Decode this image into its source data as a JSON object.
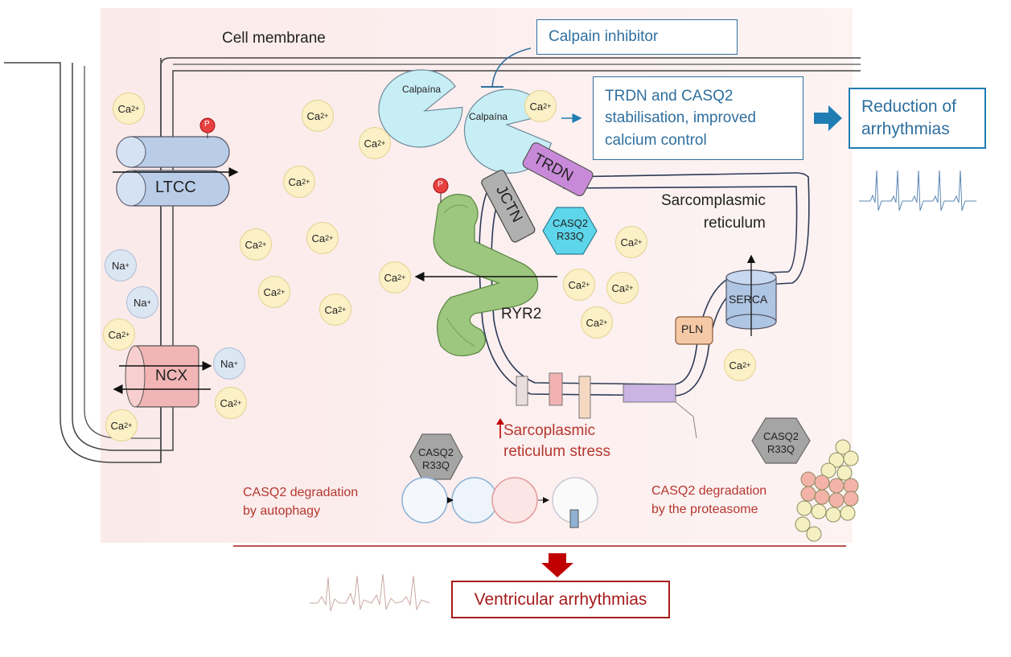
{
  "labels": {
    "cell_membrane": "Cell membrane",
    "calpain_inhibitor": "Calpain inhibitor",
    "stabilisation_line1": "TRDN and CASQ2",
    "stabilisation_line2": "stabilisation, improved",
    "stabilisation_line3": "calcium control",
    "reduction_line1": "Reduction of",
    "reduction_line2": "arrhythmias",
    "sr_line1": "Sarcomplasmic",
    "sr_line2": "reticulum",
    "sr_stress_line1": "Sarcoplasmic",
    "sr_stress_line2": "reticulum stress",
    "autophagy_line1": "CASQ2 degradation",
    "autophagy_line2": "by autophagy",
    "proteasome_line1": "CASQ2 degradation",
    "proteasome_line2": "by the proteasome",
    "ventricular": "Ventricular arrhythmias"
  },
  "proteins": {
    "ltcc": "LTCC",
    "ncx": "NCX",
    "calpaina": "Calpaína",
    "trdn": "TRDN",
    "jctn": "JCTN",
    "casq2": "CASQ2",
    "r33q": "R33Q",
    "ryr2": "RYR2",
    "serca": "SERCA",
    "pln": "PLN",
    "p": "P"
  },
  "ions": {
    "ca": "Ca",
    "ca_charge": "2+",
    "na": "Na",
    "na_charge": "+"
  },
  "colors": {
    "blue_text": "#2f6f9f",
    "red_text": "#b5372e",
    "ca_fill": "#fbf0c6",
    "na_fill": "#dbe6f3",
    "ryr2_green": "#9dc77f",
    "trdn_purple": "#c88ad8",
    "casq2_cyan": "#5dd5ea",
    "ltcc_blue": "#b9cde8",
    "ncx_pink": "#f2b5b5",
    "calpain_cyan": "#c8eef5",
    "serca_blue": "#aec5e3",
    "pln_orange": "#f6c9a6",
    "arrow_blue": "#1f7db3",
    "arrow_red": "#c00000"
  }
}
